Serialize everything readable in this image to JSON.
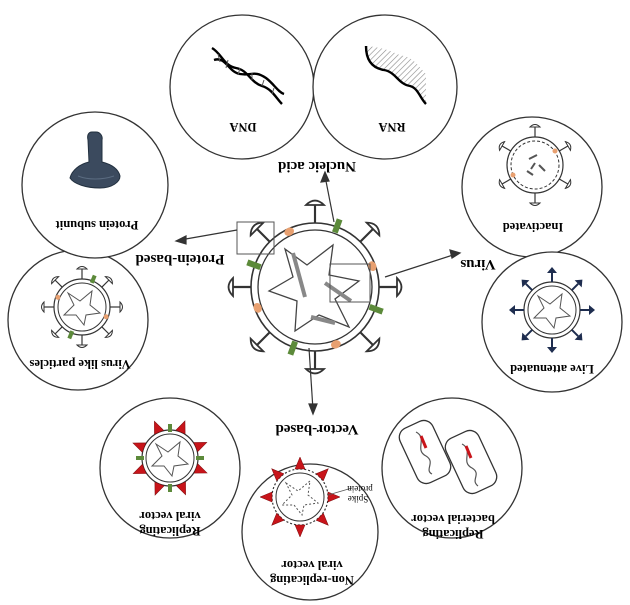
{
  "categories": {
    "nucleic_acid": "Nucleic acid",
    "virus": "Virus",
    "vector_based": "Vector-based",
    "protein_based": "Protein-based"
  },
  "items": {
    "dna": "DNA",
    "rna": "RNA",
    "inactivated": "Inactivated",
    "live_attenuated": "Live attenuated",
    "replicating_bacterial_line1": "Replicating",
    "replicating_bacterial_line2": "bacterial vector",
    "nonreplicating_line1": "Non-replicating",
    "nonreplicating_line2": "viral vector",
    "replicating_viral_line1": "Replicating",
    "replicating_viral_line2": "viral vector",
    "vlp": "Virus like particles",
    "protein_subunit": "Protein subunit",
    "spike_line1": "Spike",
    "spike_line2": "protein"
  },
  "colors": {
    "outline": "#333333",
    "subunit": "#3b4a5e",
    "red_spike": "#c8141a",
    "navy_spike": "#1e2d4f",
    "green_marker": "#5c8a3a",
    "orange_marker": "#e8a070",
    "dna_hatch": "#888888"
  }
}
